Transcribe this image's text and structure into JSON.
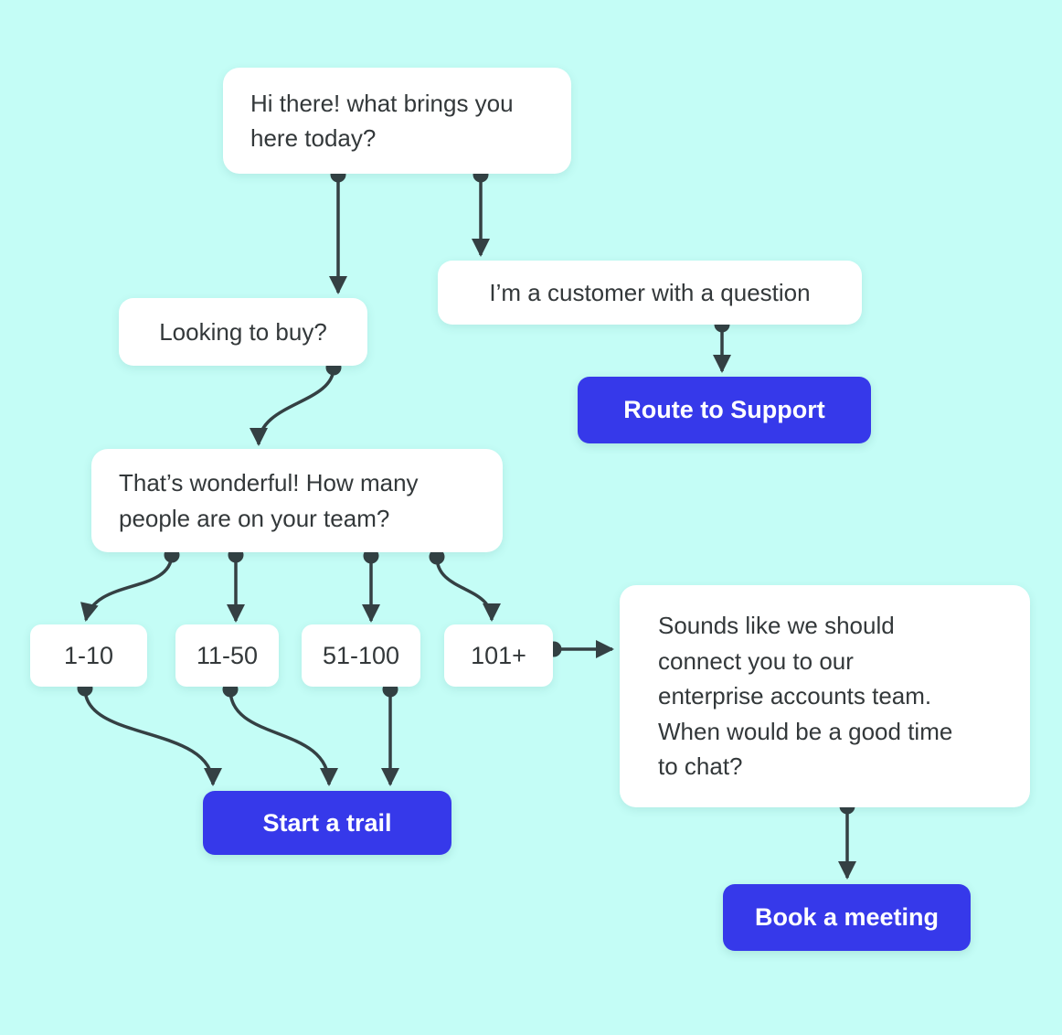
{
  "colors": {
    "background": "#c4fdf6",
    "node_bg": "#ffffff",
    "node_text": "#33383a",
    "action_bg": "#3639ea",
    "action_text": "#ffffff",
    "connector": "#344043"
  },
  "nodes": [
    {
      "id": "greeting",
      "type": "message",
      "label": "Hi there! what brings you\nhere today?"
    },
    {
      "id": "looking-to-buy",
      "type": "message",
      "label": "Looking to buy?"
    },
    {
      "id": "customer-question",
      "type": "message",
      "label": "I’m a customer with a question"
    },
    {
      "id": "route-to-support",
      "type": "action",
      "label": "Route to Support"
    },
    {
      "id": "team-size",
      "type": "message",
      "label": "That’s wonderful! How many\npeople are on your team?"
    },
    {
      "id": "size-1-10",
      "type": "option",
      "label": "1-10"
    },
    {
      "id": "size-11-50",
      "type": "option",
      "label": "11-50"
    },
    {
      "id": "size-51-100",
      "type": "option",
      "label": "51-100"
    },
    {
      "id": "size-101-plus",
      "type": "option",
      "label": "101+"
    },
    {
      "id": "enterprise",
      "type": "message",
      "label": "Sounds like we should\nconnect you to our\nenterprise accounts team.\nWhen would be a good time\nto chat?"
    },
    {
      "id": "start-a-trail",
      "type": "action",
      "label": "Start a trail"
    },
    {
      "id": "book-a-meeting",
      "type": "action",
      "label": "Book a meeting"
    }
  ],
  "edges": [
    {
      "from": "greeting",
      "to": "looking-to-buy"
    },
    {
      "from": "greeting",
      "to": "customer-question"
    },
    {
      "from": "looking-to-buy",
      "to": "team-size"
    },
    {
      "from": "customer-question",
      "to": "route-to-support"
    },
    {
      "from": "team-size",
      "to": "size-1-10"
    },
    {
      "from": "team-size",
      "to": "size-11-50"
    },
    {
      "from": "team-size",
      "to": "size-51-100"
    },
    {
      "from": "team-size",
      "to": "size-101-plus"
    },
    {
      "from": "size-1-10",
      "to": "start-a-trail"
    },
    {
      "from": "size-11-50",
      "to": "start-a-trail"
    },
    {
      "from": "size-51-100",
      "to": "start-a-trail"
    },
    {
      "from": "size-101-plus",
      "to": "enterprise"
    },
    {
      "from": "enterprise",
      "to": "book-a-meeting"
    }
  ]
}
